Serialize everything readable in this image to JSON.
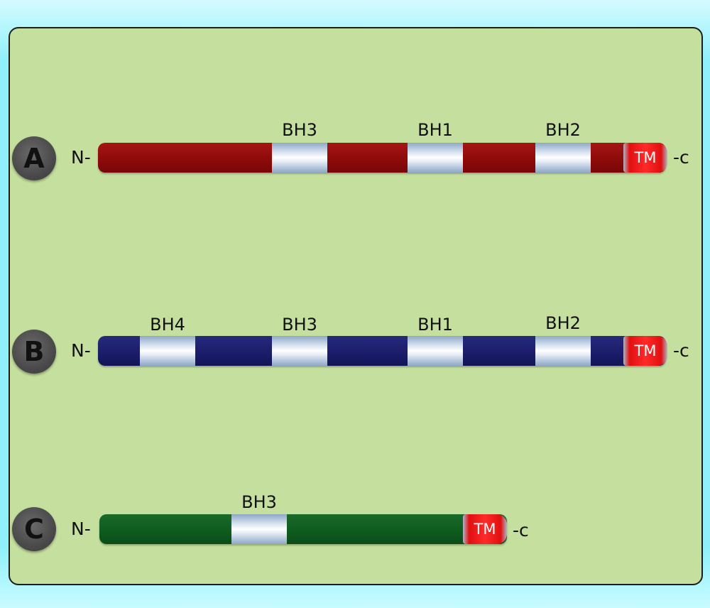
{
  "rows": [
    {
      "letter": "A",
      "n_label": "N-",
      "c_label": "-c",
      "tm_label": "TM",
      "domains": [
        "BH3",
        "BH1",
        "BH2"
      ]
    },
    {
      "letter": "B",
      "n_label": "N-",
      "c_label": "-c",
      "tm_label": "TM",
      "domains": [
        "BH4",
        "BH3",
        "BH1",
        "BH2"
      ]
    },
    {
      "letter": "C",
      "n_label": "N-",
      "c_label": "-c",
      "tm_label": "TM",
      "domains": [
        "BH3"
      ]
    }
  ],
  "colors": {
    "row_a": "#8d0b0b",
    "row_b": "#1c1d6b",
    "row_c": "#0f5c1f",
    "tm": "#ff2a2a",
    "panel": "#c5df9f",
    "background": "#8ff0fb"
  }
}
